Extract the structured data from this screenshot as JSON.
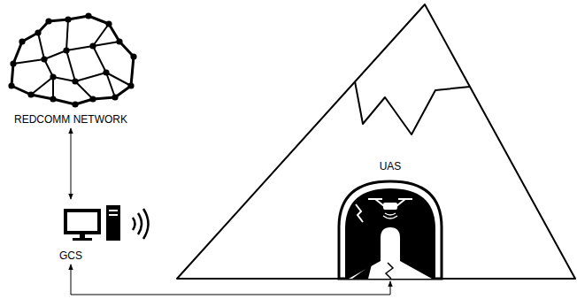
{
  "diagram": {
    "nodes": [
      {
        "text": [
          "REDCOMM NETWORK"
        ]
      },
      {
        "text": [
          "GCS"
        ]
      },
      {
        "text": [
          "UAS"
        ]
      }
    ],
    "edges": [
      {
        "from": 0,
        "to": 1,
        "arrow": "both"
      },
      {
        "from": 1,
        "to": 2,
        "arrow": "both"
      }
    ]
  }
}
